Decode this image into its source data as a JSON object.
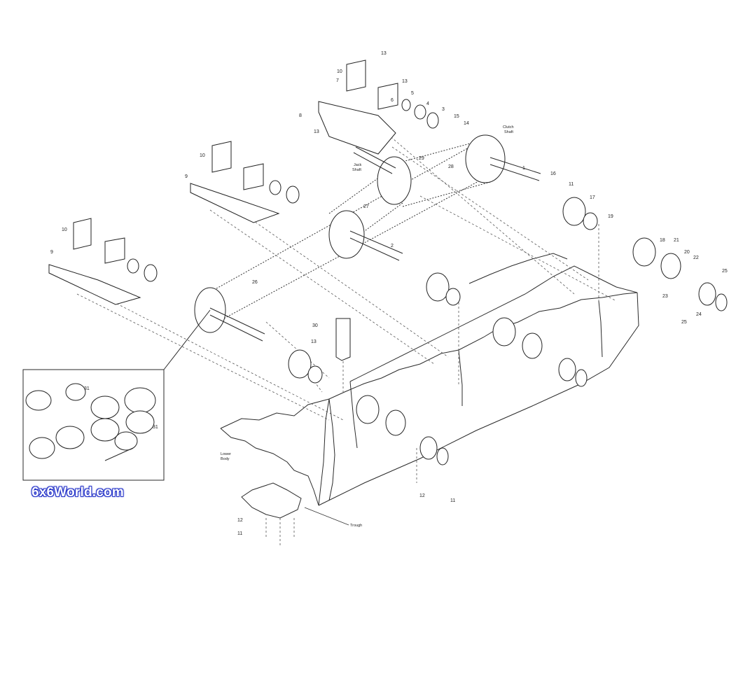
{
  "watermark": "6x6World.com",
  "labels": {
    "clutch_shaft_1": "Clutch",
    "clutch_shaft_2": "Shaft",
    "jack_shaft_1": "Jack",
    "jack_shaft_2": "Shaft",
    "lower_body_1": "Lower",
    "lower_body_2": "Body",
    "trough": "Trough"
  },
  "callouts": [
    "1",
    "2",
    "3",
    "4",
    "5",
    "6",
    "7",
    "8",
    "9",
    "10",
    "11",
    "12",
    "13",
    "14",
    "15",
    "16",
    "17",
    "18",
    "19",
    "20",
    "21",
    "22",
    "23",
    "24",
    "25",
    "26",
    "27",
    "28",
    "29",
    "30",
    "31"
  ]
}
